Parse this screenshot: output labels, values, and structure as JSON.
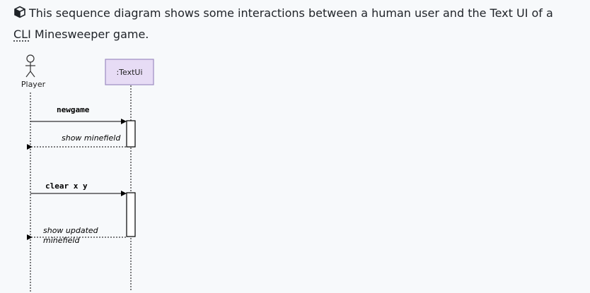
{
  "intro": {
    "text_before": "This sequence diagram shows some interactions between a human user and the Text UI of a ",
    "abbr": "CLI",
    "text_after": " Minesweeper game."
  },
  "diagram": {
    "actor": {
      "name": "Player"
    },
    "participant": {
      "name": ":TextUi"
    },
    "messages": [
      {
        "label": "newgame",
        "kind": "call"
      },
      {
        "label": "show minefield",
        "kind": "return"
      },
      {
        "label": "clear x y",
        "kind": "call"
      },
      {
        "label_line1": "show updated",
        "label_line2": "minefield",
        "kind": "return"
      }
    ]
  },
  "colors": {
    "participant_fill": "#e7dcf5",
    "participant_stroke": "#9d8bc0",
    "background": "#f7f9fb",
    "line": "#000000"
  }
}
